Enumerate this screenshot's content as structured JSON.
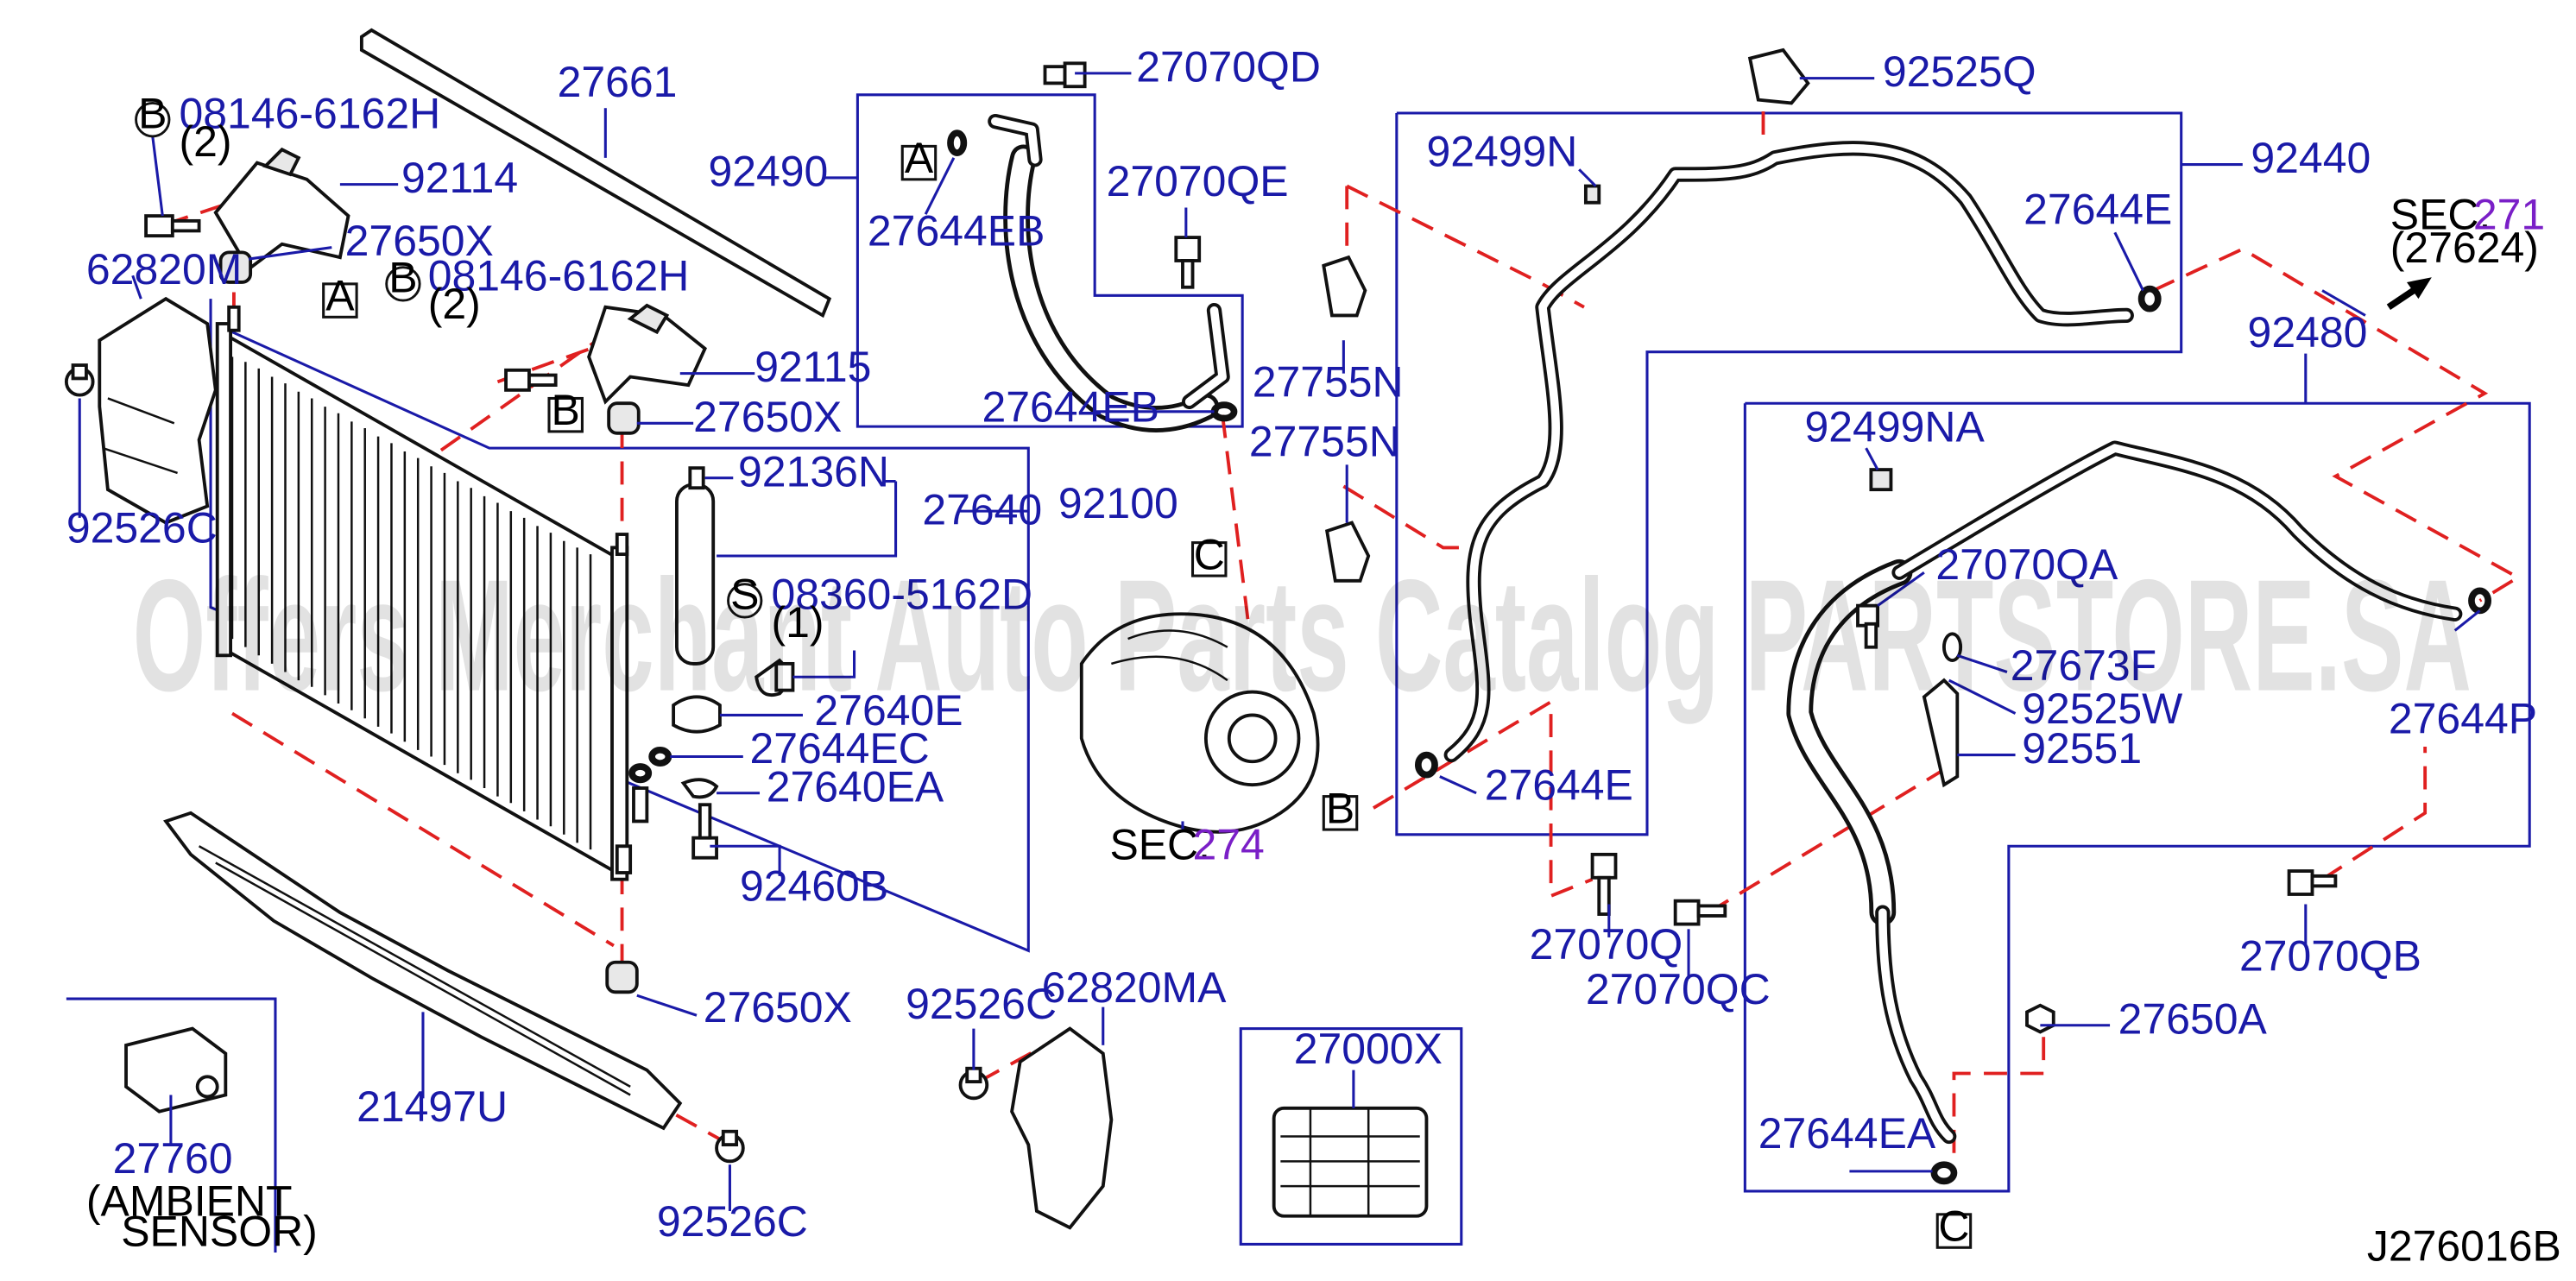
{
  "diagram_code": "J276016B",
  "watermark": "Offers Merchant Auto Parts Catalog PARTSTORE.SA",
  "callouts": {
    "p27661": "27661",
    "p92490": "92490",
    "p27070QD": "27070QD",
    "p27070QE": "27070QE",
    "p27644EB_a": "27644EB",
    "p27644EB_b": "27644EB",
    "p92525Q": "92525Q",
    "p92499N": "92499N",
    "p92440": "92440",
    "p27644E_a": "27644E",
    "p27644E_b": "27644E",
    "p92480": "92480",
    "p27755N_a": "27755N",
    "p27755N_b": "27755N",
    "p92499NA": "92499NA",
    "p27070QA": "27070QA",
    "p2767x": "27673F",
    "p92525W": "92525W",
    "p92551": "92551",
    "p27644P": "27644P",
    "p27070Q": "27070Q",
    "p27070QC": "27070QC",
    "p27070QB": "27070QB",
    "p27650A": "27650A",
    "p27644EA": "27644EA",
    "p08146_a": "08146-6162H",
    "p08146_b": "08146-6162H",
    "p92114": "92114",
    "p92115": "92115",
    "p27650X_a": "27650X",
    "p27650X_b": "27650X",
    "p27650X_c": "27650X",
    "p62820M": "62820M",
    "p92526C_a": "92526C",
    "p92526C_b": "92526C",
    "p92526C_c": "92526C",
    "p92136N": "92136N",
    "p27640": "27640",
    "p92100": "92100",
    "p08360": "08360-5162D",
    "p27640E": "27640E",
    "p27644EC": "27644EC",
    "p27640EA": "27640EA",
    "p92460B": "92460B",
    "p21497U": "21497U",
    "p27760": "27760",
    "p62820MA": "62820MA",
    "p27000X": "27000X"
  },
  "qty": {
    "q_a": "(2)",
    "q_b": "(2)",
    "q_c": "(1)"
  },
  "circle_markers": {
    "b1": "B",
    "b2": "B",
    "s1": "S"
  },
  "ref_boxes": {
    "A1": "A",
    "A2": "A",
    "B1": "B",
    "B2": "B",
    "C1": "C",
    "C2": "C"
  },
  "notes": {
    "ambient_1": "(AMBIENT",
    "ambient_2": "SENSOR)",
    "sec_word_1": "SEC.",
    "sec_num_1": "274",
    "sec_word_2": "SEC.",
    "sec_num_2": "271",
    "sec_paren": "(27624)"
  },
  "colors": {
    "part_number": "#1a1aa8",
    "leader_line": "#1a1aa8",
    "dashed_guide": "#e02020",
    "section_link": "#7a1fc7",
    "outline": "#111111"
  }
}
